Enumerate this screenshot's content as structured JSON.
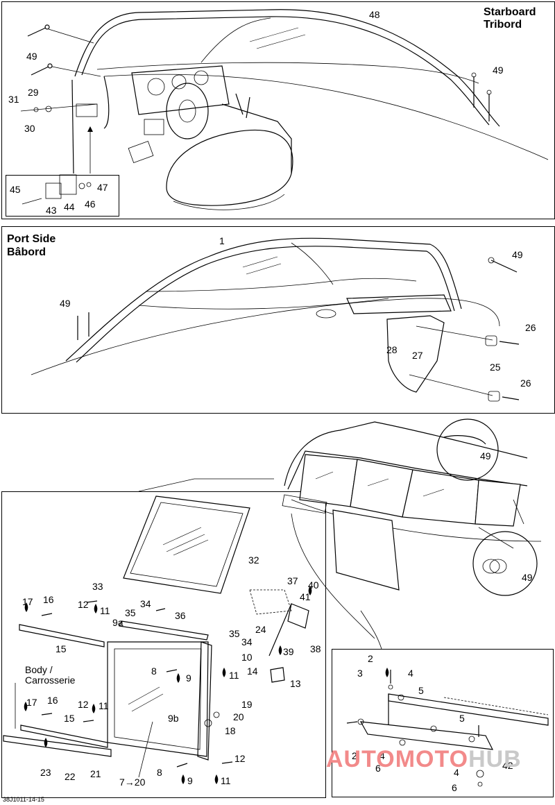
{
  "panel_top": {
    "title_line1": "Starboard",
    "title_line2": "Tribord",
    "callouts": [
      "48",
      "49",
      "49",
      "29",
      "31",
      "30",
      "45",
      "47",
      "43",
      "44",
      "46"
    ]
  },
  "panel_middle": {
    "title_line1": "Port Side",
    "title_line2": "Bâbord",
    "callouts": [
      "1",
      "49",
      "49",
      "26",
      "28",
      "27",
      "25",
      "26"
    ]
  },
  "panel_bottom": {
    "body_label_line1": "Body /",
    "body_label_line2": "Carrosserie",
    "callouts": [
      "32",
      "33",
      "37",
      "40",
      "17",
      "16",
      "12",
      "11",
      "34",
      "35",
      "36",
      "41",
      "9a",
      "24",
      "39",
      "38",
      "15",
      "35",
      "34",
      "10",
      "8",
      "9",
      "11",
      "14",
      "13",
      "12",
      "11",
      "17",
      "16",
      "15",
      "9b",
      "19",
      "20",
      "18",
      "23",
      "22",
      "21",
      "12",
      "11",
      "8",
      "9",
      "7→20"
    ]
  },
  "panel_inset": {
    "callouts": [
      "49",
      "49"
    ]
  },
  "panel_detail": {
    "callouts": [
      "2",
      "3",
      "4",
      "5",
      "5",
      "2",
      "4",
      "6",
      "42",
      "4",
      "6"
    ]
  },
  "doc_ref": "38J1011-14-15",
  "watermark": {
    "part1": "AUTOMOTO",
    "part2": "HUB",
    "color1": "#f28a8a",
    "color2": "#c9c9c9"
  }
}
